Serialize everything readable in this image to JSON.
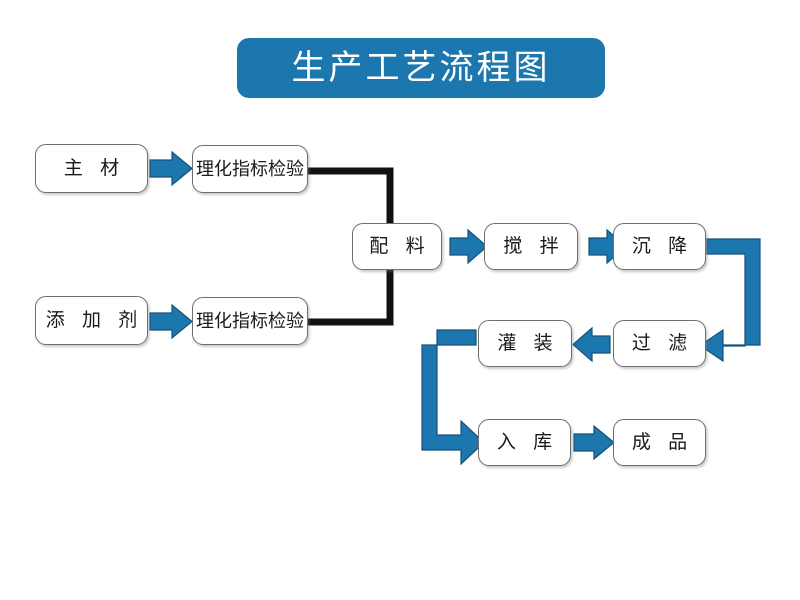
{
  "header": {
    "title": "生产工艺流程图",
    "bar_color": "#1C77AE",
    "text_color": "#FFFFFF"
  },
  "colors": {
    "arrow_blue": "#1C77AE",
    "arrow_outline": "#14527A",
    "black_line": "#111111",
    "box_border": "#6F6F6F",
    "box_fill": "#FFFFFF",
    "text": "#1A1A1A"
  },
  "diagram": {
    "type": "flowchart",
    "orientation": "serpentine",
    "nodes": [
      {
        "id": "main-material",
        "label": "主 材",
        "row": 1,
        "col": 1
      },
      {
        "id": "inspection-main",
        "label": "理化指标检验",
        "row": 1,
        "col": 2
      },
      {
        "id": "additive",
        "label": "添 加 剂",
        "row": 2,
        "col": 1
      },
      {
        "id": "inspection-additive",
        "label": "理化指标检验",
        "row": 2,
        "col": 2
      },
      {
        "id": "batching",
        "label": "配 料",
        "row": 1,
        "col": 3
      },
      {
        "id": "stirring",
        "label": "搅 拌",
        "row": 1,
        "col": 4
      },
      {
        "id": "settling",
        "label": "沉 降",
        "row": 1,
        "col": 5
      },
      {
        "id": "filtering",
        "label": "过 滤",
        "row": 3,
        "col": 5
      },
      {
        "id": "filling",
        "label": "灌 装",
        "row": 3,
        "col": 4
      },
      {
        "id": "warehousing",
        "label": "入 库",
        "row": 4,
        "col": 4
      },
      {
        "id": "finished-product",
        "label": "成 品",
        "row": 4,
        "col": 5
      }
    ],
    "edges": [
      {
        "from": "main-material",
        "to": "inspection-main",
        "style": "blue-arrow",
        "direction": "right"
      },
      {
        "from": "additive",
        "to": "inspection-additive",
        "style": "blue-arrow",
        "direction": "right"
      },
      {
        "from": "inspection-main",
        "to": "batching",
        "style": "black-elbow",
        "direction": "right-down"
      },
      {
        "from": "inspection-additive",
        "to": "batching",
        "style": "black-elbow",
        "direction": "right-up"
      },
      {
        "from": "batching",
        "to": "stirring",
        "style": "blue-arrow",
        "direction": "right"
      },
      {
        "from": "stirring",
        "to": "settling",
        "style": "blue-arrow",
        "direction": "right"
      },
      {
        "from": "settling",
        "to": "filtering",
        "style": "blue-elbow",
        "direction": "right-down-left"
      },
      {
        "from": "filtering",
        "to": "filling",
        "style": "blue-arrow",
        "direction": "left"
      },
      {
        "from": "filling",
        "to": "warehousing",
        "style": "blue-elbow",
        "direction": "left-down-right"
      },
      {
        "from": "warehousing",
        "to": "finished-product",
        "style": "blue-arrow",
        "direction": "right"
      }
    ]
  }
}
